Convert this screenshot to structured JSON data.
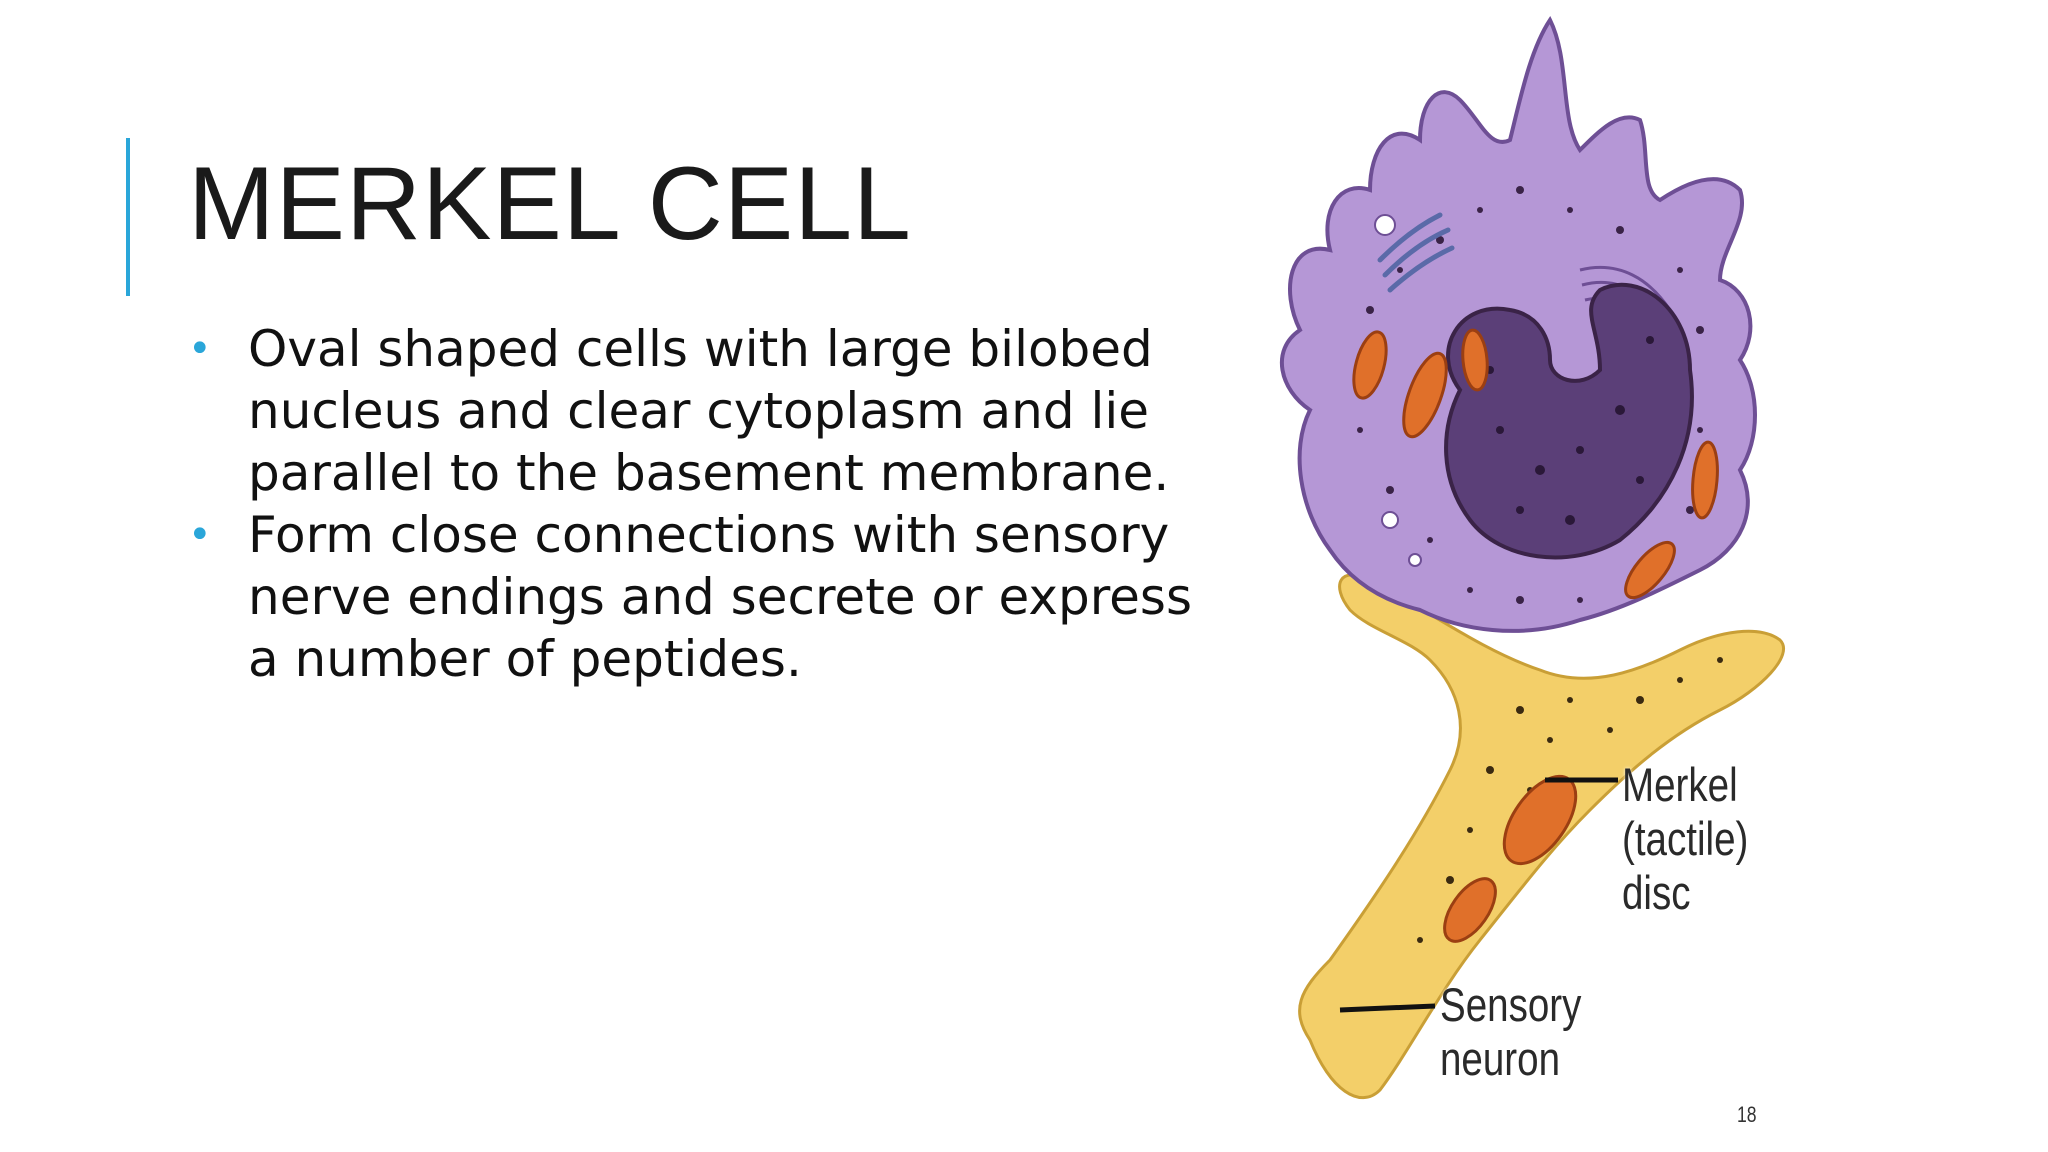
{
  "slide": {
    "title": "MERKEL CELL",
    "bullets": [
      {
        "symbol": "•",
        "text": "Oval shaped cells with large bilobed nucleus and clear cytoplasm and lie parallel to the basement membrane."
      },
      {
        "symbol": "•",
        "text": "Form close connections with sensory nerve endings and secrete or express a number of peptides."
      }
    ],
    "page_number": "18",
    "accent_color": "#2aa6d9"
  },
  "figure": {
    "labels": {
      "merkel_line1": "Merkel",
      "merkel_line2": "(tactile)",
      "merkel_line3": "disc",
      "neuron_line1": "Sensory",
      "neuron_line2": "neuron"
    },
    "colors": {
      "cell_body": "#b597d6",
      "nucleus": "#5b3f78",
      "mitochondria": "#e0702a",
      "neuron": "#f3cd62"
    }
  }
}
